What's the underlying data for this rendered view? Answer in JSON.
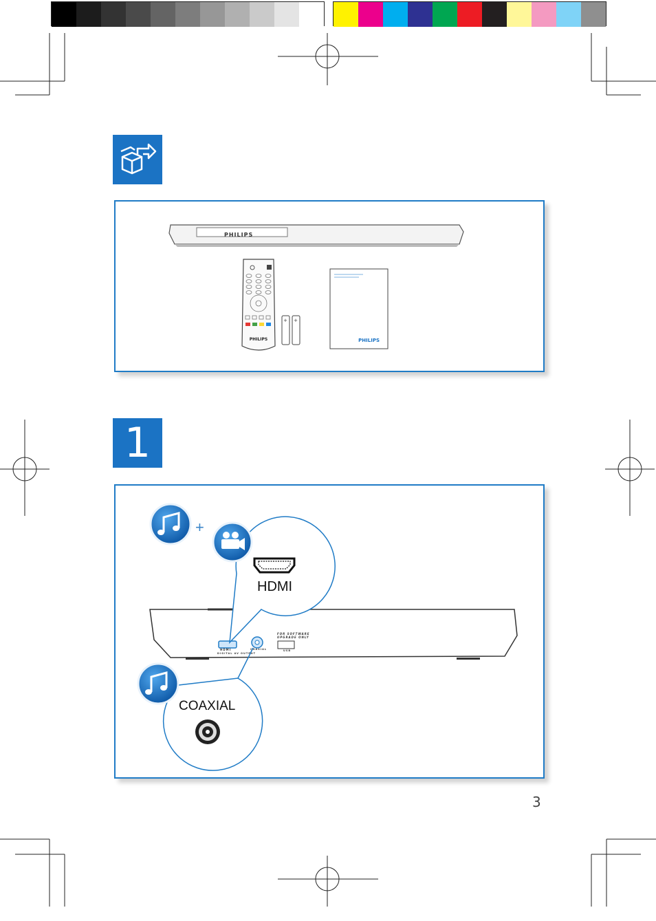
{
  "color_bar": {
    "grays": [
      "#000000",
      "#1c1c1c",
      "#333333",
      "#4a4a4a",
      "#646464",
      "#7d7d7d",
      "#979797",
      "#b0b0b0",
      "#cacaca",
      "#e4e4e4",
      "#ffffff"
    ],
    "colors": [
      "#fff200",
      "#ec008c",
      "#00aeef",
      "#2e3192",
      "#00a651",
      "#ed1c24",
      "#231f20",
      "#fff799",
      "#f49ac1",
      "#7fd3f7",
      "#8f8f8f"
    ]
  },
  "accent_color": "#1b73c4",
  "box_contents": {
    "player_brand": "PHILIPS",
    "remote_brand": "PHILIPS",
    "manual_brand": "PHILIPS"
  },
  "step1": {
    "number": "1",
    "hdmi_label": "HDMI",
    "coaxial_label": "COAXIAL",
    "plus_sign": "+",
    "port_labels": {
      "hdmi_out": "HDMI",
      "hdmi_out_sub": "DIGITAL AV OUTPUT",
      "coaxial": "COAXIAL",
      "usb_line1": "FOR SOFTWARE",
      "usb_line2": "UPGRADE ONLY",
      "usb_sub": "USB"
    }
  },
  "icons": [
    "box-contents-icon",
    "music-note-icon",
    "video-camera-icon",
    "hdmi-connector-icon",
    "coaxial-jack-icon"
  ],
  "page_number": "3"
}
